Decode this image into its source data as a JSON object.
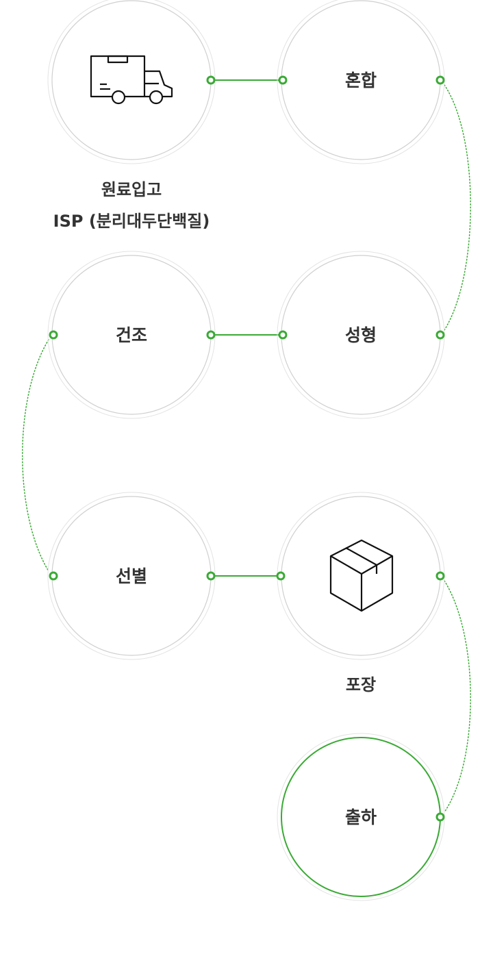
{
  "colors": {
    "accent": "#3aaa35",
    "ring": "#cfcfcf",
    "text": "#333333",
    "icon": "#111111"
  },
  "steps": [
    {
      "id": "receiving",
      "inner_label": "",
      "icon": "truck-icon",
      "caption": [
        "원료입고",
        "ISP (분리대두단백질)"
      ]
    },
    {
      "id": "mixing",
      "inner_label": "혼합"
    },
    {
      "id": "forming",
      "inner_label": "성형"
    },
    {
      "id": "drying",
      "inner_label": "건조"
    },
    {
      "id": "sorting",
      "inner_label": "선별"
    },
    {
      "id": "packaging",
      "inner_label": "",
      "icon": "box-icon",
      "caption": [
        "포장"
      ]
    },
    {
      "id": "shipping",
      "inner_label": "출하",
      "highlighted": true
    }
  ]
}
